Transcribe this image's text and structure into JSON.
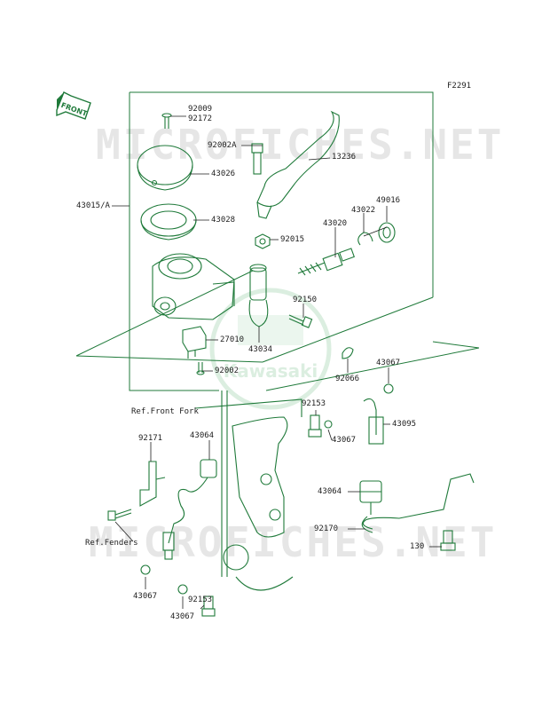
{
  "diagram": {
    "figure_code": "F2291",
    "front_tag": "FRONT",
    "watermarks": [
      "MICROFICHES.NET",
      "MICROFICHES.NET"
    ],
    "logo_text": "Kawasaki",
    "colors": {
      "line": "#1f7a3a",
      "label": "#1e1e1e",
      "watermark": "#e6e6e6"
    },
    "labels": [
      {
        "id": "92009",
        "text": "92009"
      },
      {
        "id": "92172",
        "text": "92172"
      },
      {
        "id": "92002A",
        "text": "92002A"
      },
      {
        "id": "13236",
        "text": "13236"
      },
      {
        "id": "43026",
        "text": "43026"
      },
      {
        "id": "43015A",
        "text": "43015/A"
      },
      {
        "id": "43022",
        "text": "43022"
      },
      {
        "id": "49016",
        "text": "49016"
      },
      {
        "id": "43028",
        "text": "43028"
      },
      {
        "id": "43020",
        "text": "43020"
      },
      {
        "id": "92015",
        "text": "92015"
      },
      {
        "id": "92150",
        "text": "92150"
      },
      {
        "id": "27010",
        "text": "27010"
      },
      {
        "id": "43034",
        "text": "43034"
      },
      {
        "id": "92002",
        "text": "92002"
      },
      {
        "id": "92066",
        "text": "92066"
      },
      {
        "id": "43067a",
        "text": "43067"
      },
      {
        "id": "92153a",
        "text": "92153"
      },
      {
        "id": "ref-front-fork",
        "text": "Ref.Front Fork"
      },
      {
        "id": "43095",
        "text": "43095"
      },
      {
        "id": "43067b",
        "text": "43067"
      },
      {
        "id": "92171",
        "text": "92171"
      },
      {
        "id": "43064a",
        "text": "43064"
      },
      {
        "id": "43064b",
        "text": "43064"
      },
      {
        "id": "92170",
        "text": "92170"
      },
      {
        "id": "ref-fenders",
        "text": "Ref.Fenders"
      },
      {
        "id": "130",
        "text": "130"
      },
      {
        "id": "92153b",
        "text": "92153"
      },
      {
        "id": "43067c",
        "text": "43067"
      },
      {
        "id": "43067d",
        "text": "43067"
      }
    ]
  }
}
